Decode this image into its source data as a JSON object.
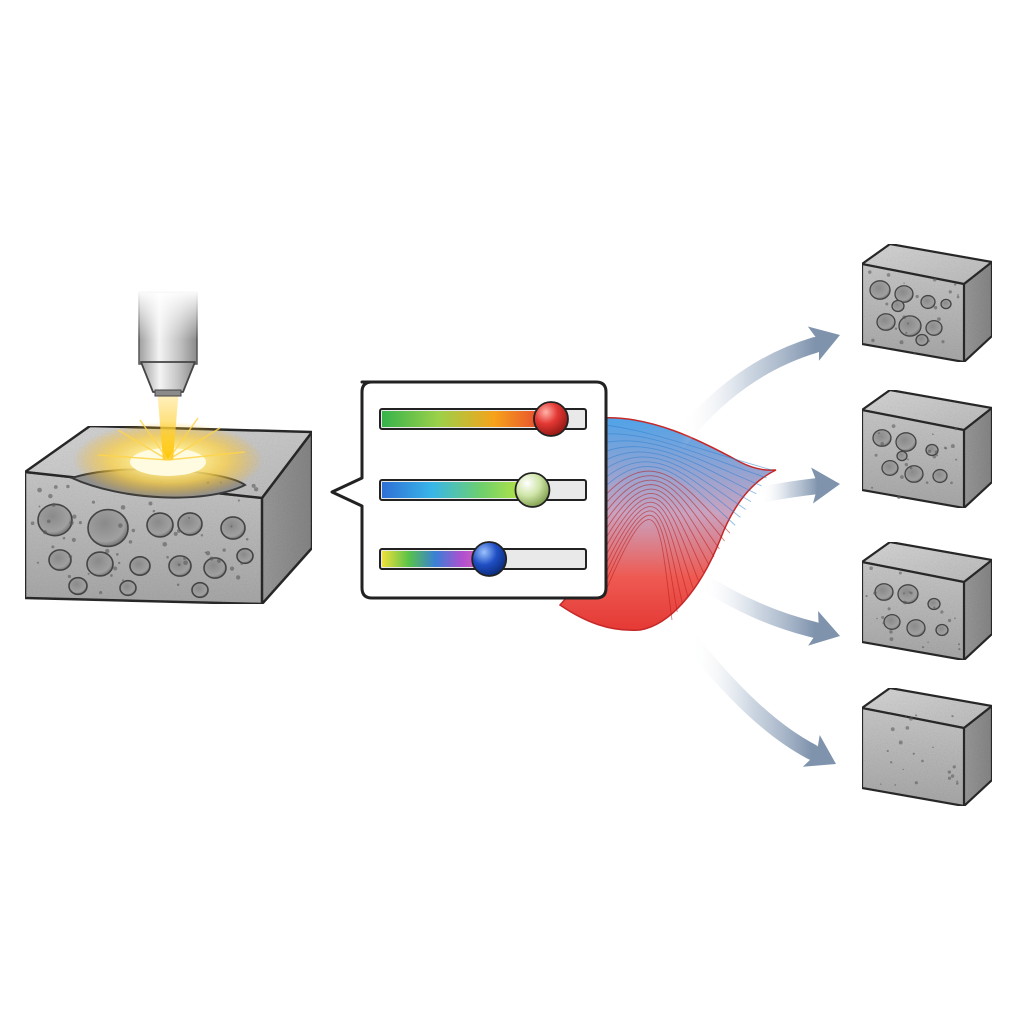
{
  "diagram": {
    "type": "process-illustration",
    "colors": {
      "background": "#ffffff",
      "outline": "#2a2a2a",
      "porous_material": "#b9b9b9",
      "laser_glow": "#ffd54a",
      "arrow": "#7f93ad",
      "surface_hot": "#e53935",
      "surface_cold": "#4fa3e8"
    },
    "source": {
      "name": "laser-nozzle",
      "icon": "laser-nozzle-icon"
    },
    "workpiece": {
      "name": "porous-block",
      "icon": "porous-block-icon",
      "pore_count": 14
    },
    "control_panel": {
      "name": "parameter-panel",
      "sliders": [
        {
          "name": "parameter-1",
          "value": 0.83,
          "knob_color": "#e53935",
          "gradient": [
            "#36b34a",
            "#9bd14a",
            "#f6a21a",
            "#e53935"
          ]
        },
        {
          "name": "parameter-2",
          "value": 0.74,
          "knob_color": "#a9cf6a",
          "gradient": [
            "#2f6fd6",
            "#38b6e8",
            "#6fd06a",
            "#c8e83a"
          ]
        },
        {
          "name": "parameter-3",
          "value": 0.53,
          "knob_color": "#1f4fc4",
          "gradient": [
            "#f2e03a",
            "#58c24a",
            "#3a7fd6",
            "#b14fd0",
            "#e06aa8"
          ]
        }
      ]
    },
    "response_surface": {
      "name": "response-surface",
      "gradient": [
        "#4fa3e8",
        "#c9a3c0",
        "#e53935"
      ]
    },
    "outputs": [
      {
        "name": "output-cube-1",
        "porosity": "high",
        "pore_count": 9
      },
      {
        "name": "output-cube-2",
        "porosity": "medium-high",
        "pore_count": 7
      },
      {
        "name": "output-cube-3",
        "porosity": "medium",
        "pore_count": 6
      },
      {
        "name": "output-cube-4",
        "porosity": "low",
        "pore_count": 0
      }
    ]
  }
}
